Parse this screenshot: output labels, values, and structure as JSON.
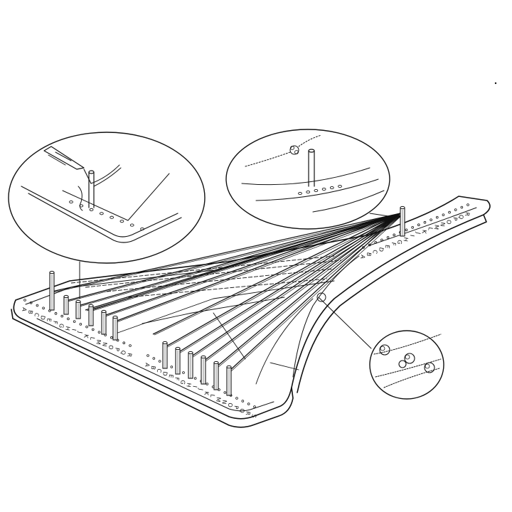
{
  "board": {
    "left_letters": [
      "A",
      "B",
      "C",
      "D",
      "E",
      "F",
      "G",
      "H",
      "I",
      "J",
      "K",
      "L",
      "M",
      "N",
      "O",
      "P",
      "Q",
      "R"
    ],
    "front_letters": [
      "A",
      "B",
      "C",
      "D",
      "E",
      "F",
      "G",
      "H",
      "I",
      "J",
      "K",
      "L",
      "M",
      "N",
      "O",
      "P",
      "Q",
      "R",
      "S"
    ],
    "arm_letters": [
      "A",
      "B",
      "C",
      "D",
      "E",
      "F",
      "G",
      "H",
      "I",
      "J",
      "K",
      "L",
      "M",
      "N",
      "O",
      "P",
      "Q",
      "R"
    ]
  },
  "colors": {
    "ink": "#111111",
    "paper": "#ffffff"
  },
  "icons": {
    "left_detail": "hook-tool-icon",
    "right_detail": "knot-peg-icon",
    "bottom_detail": "knot-chain-icon"
  }
}
